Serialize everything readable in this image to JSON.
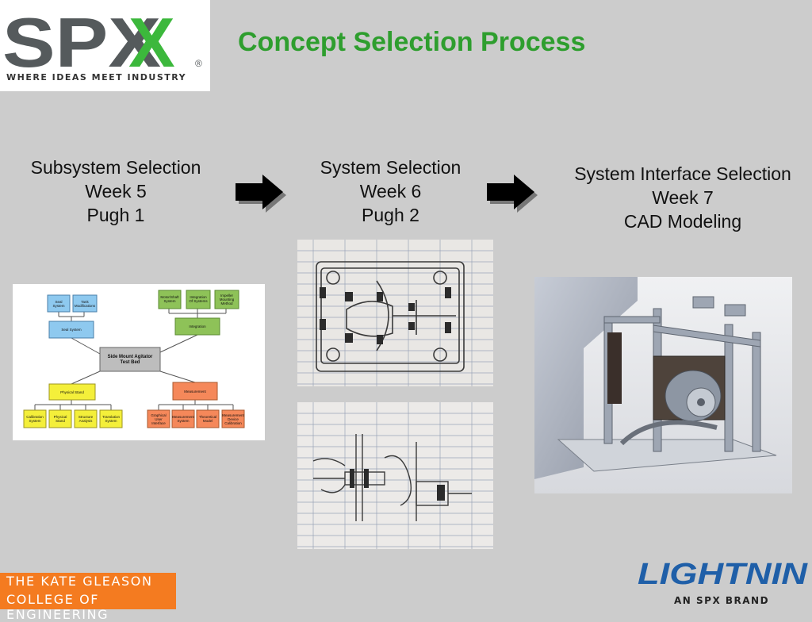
{
  "header": {
    "spx_logo": {
      "wordmark": "SPX",
      "registered": "®",
      "tagline": "WHERE IDEAS MEET INDUSTRY"
    },
    "title": "Concept Selection Process"
  },
  "steps": [
    {
      "title": "Subsystem Selection",
      "week": "Week 5",
      "method": "Pugh 1"
    },
    {
      "title": "System Selection",
      "week": "Week 6",
      "method": "Pugh 2"
    },
    {
      "title": "System Interface Selection",
      "week": "Week 7",
      "method": "CAD Modeling"
    }
  ],
  "diagram": {
    "root": "Side Mount Agitator\nTest Bed",
    "seal": {
      "label": "Seal System",
      "children": [
        "Seal\nSystem",
        "Tank\nModifications"
      ]
    },
    "integration": {
      "label": "Integration",
      "children": [
        "Motor/Shaft\nSystem",
        "Integration\nOf Systems",
        "Impeller\nMounting\nMethod"
      ]
    },
    "stand": {
      "label": "Physical Stand",
      "children": [
        "Calibration\nSystem",
        "Physical\nStand",
        "Structure\nAnalysis",
        "Translation\nSystem"
      ]
    },
    "measurement": {
      "label": "Measurement",
      "children": [
        "Graphical\nUser\nInterface",
        "Measurement\nSystem",
        "Theoretical\nModel",
        "Measurement\nDevice\nCalibration"
      ]
    }
  },
  "footer": {
    "rit_logo": {
      "line1": "THE KATE GLEASON",
      "line2": "COLLEGE OF ENGINEERING"
    },
    "lightnin_logo": {
      "wordmark": "LIGHTNIN",
      "sub": "AN SPX BRAND"
    }
  },
  "colors": {
    "title_green": "#2e9e2e",
    "spx_gray": "#555a5c",
    "spx_green": "#3cb83c",
    "rit_orange": "#f47b20",
    "lightnin_blue": "#1f5fa8",
    "node_blue": "#8ec9ef",
    "node_green": "#8ec258",
    "node_yellow": "#f4ef3a",
    "node_orange": "#f5885a",
    "node_gray": "#bdbdbd"
  }
}
